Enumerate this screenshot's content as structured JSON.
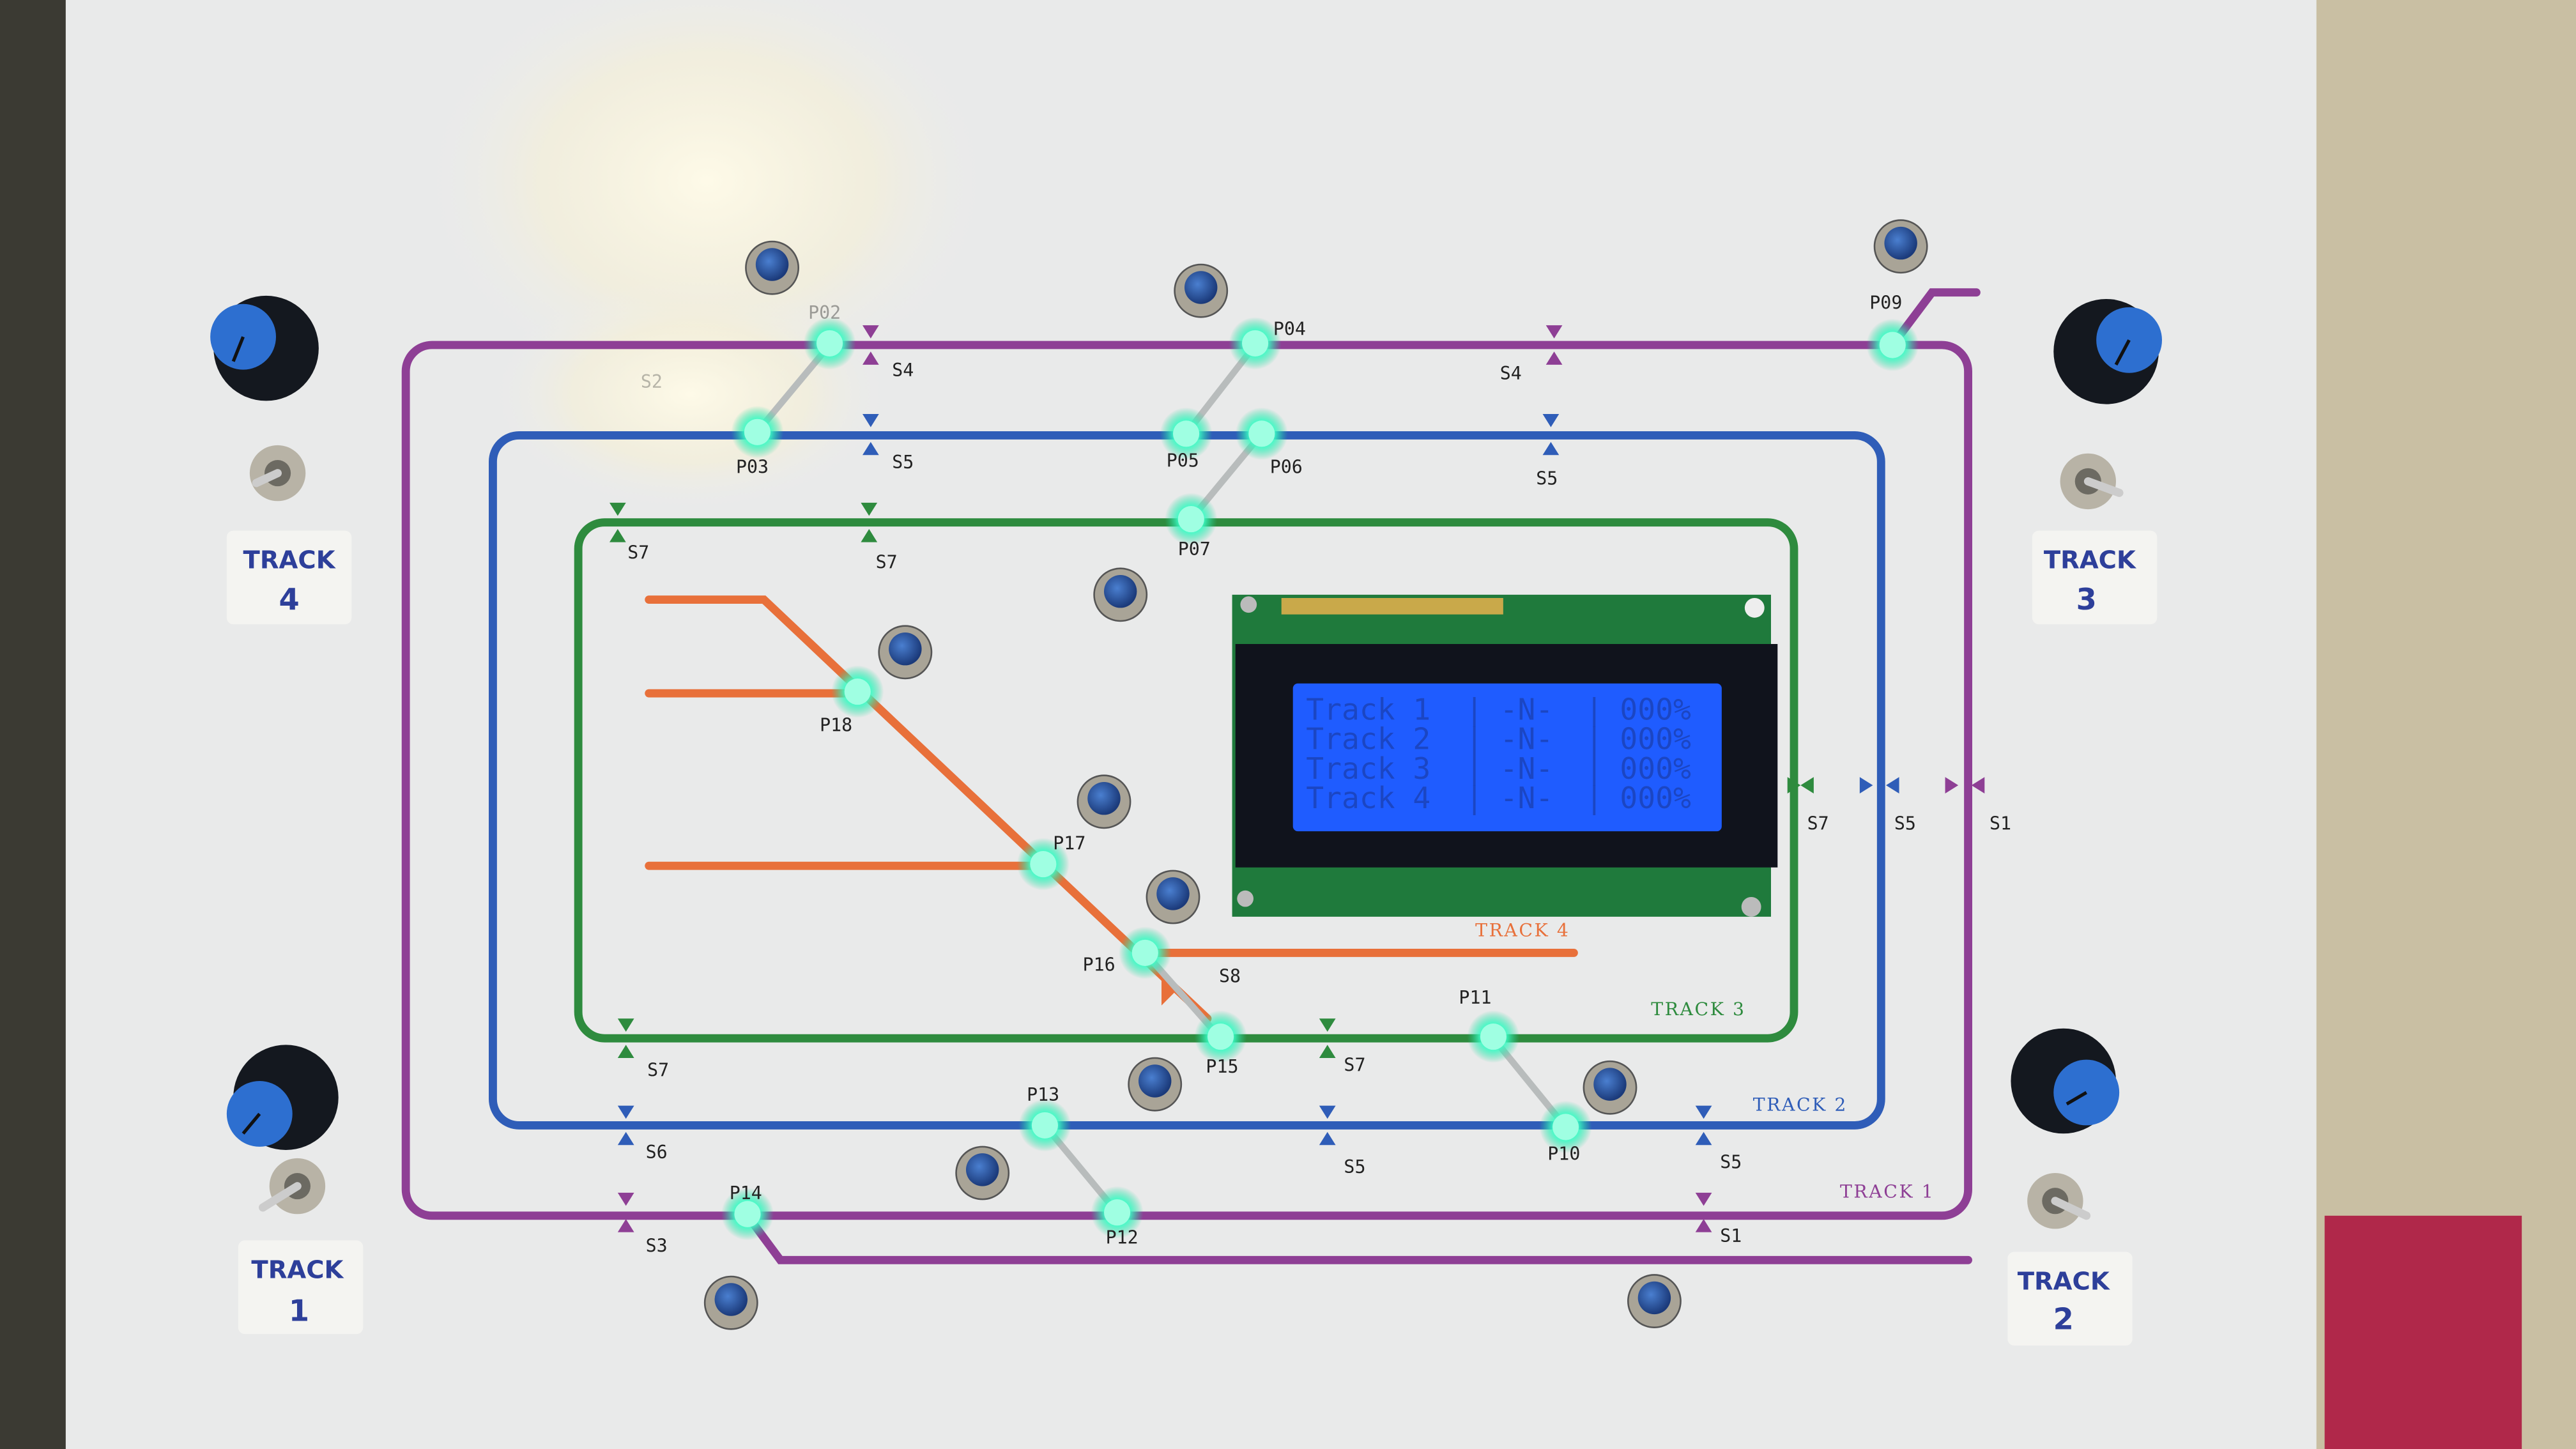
{
  "panel": {
    "hand_labels": [
      {
        "line1": "TRACK",
        "line2": "4"
      },
      {
        "line1": "TRACK",
        "line2": "3"
      },
      {
        "line1": "TRACK",
        "line2": "1"
      },
      {
        "line1": "TRACK",
        "line2": "2"
      }
    ],
    "track_labels": {
      "track1": "TRACK 1",
      "track2": "TRACK 2",
      "track3": "TRACK 3",
      "track4": "TRACK 4"
    },
    "point_labels": [
      "P02",
      "P03",
      "P04",
      "P05",
      "P06",
      "P07",
      "P09",
      "P18",
      "P17",
      "P16",
      "P15",
      "P11",
      "P10",
      "P13",
      "P12",
      "P14"
    ],
    "section_labels": [
      "S2",
      "S4",
      "S5",
      "S4",
      "S5",
      "S7",
      "S7",
      "S7",
      "S5",
      "S1",
      "S8",
      "S7",
      "S7",
      "S6",
      "S5",
      "S5",
      "S3",
      "S1"
    ],
    "colors": {
      "track1": "#8e3f95",
      "track2": "#2f5db8",
      "track3": "#2e8b3e",
      "track4": "#e8703a",
      "led": "#3dffc8",
      "lcd": "#1f5cff"
    }
  },
  "lcd": {
    "rows": [
      {
        "name": "Track 1",
        "dir": "-N-",
        "speed": "000%"
      },
      {
        "name": "Track 2",
        "dir": "-N-",
        "speed": "000%"
      },
      {
        "name": "Track 3",
        "dir": "-N-",
        "speed": "000%"
      },
      {
        "name": "Track 4",
        "dir": "-N-",
        "speed": "000%"
      }
    ]
  }
}
